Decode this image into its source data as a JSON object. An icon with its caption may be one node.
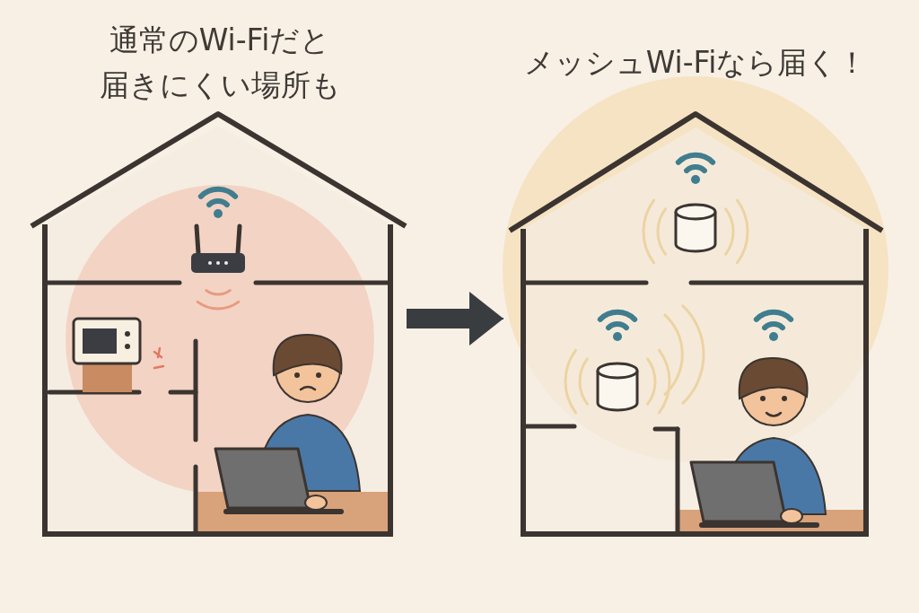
{
  "diagram": {
    "nodes": [
      {
        "text": [
          "通常のWi-Fiだと届きにくい場所も"
        ]
      },
      {
        "text": [
          "メッシュWi-Fiなら届く！"
        ]
      }
    ],
    "edges": [
      {
        "from": 0,
        "to": 1,
        "arrow": "to"
      }
    ]
  }
}
